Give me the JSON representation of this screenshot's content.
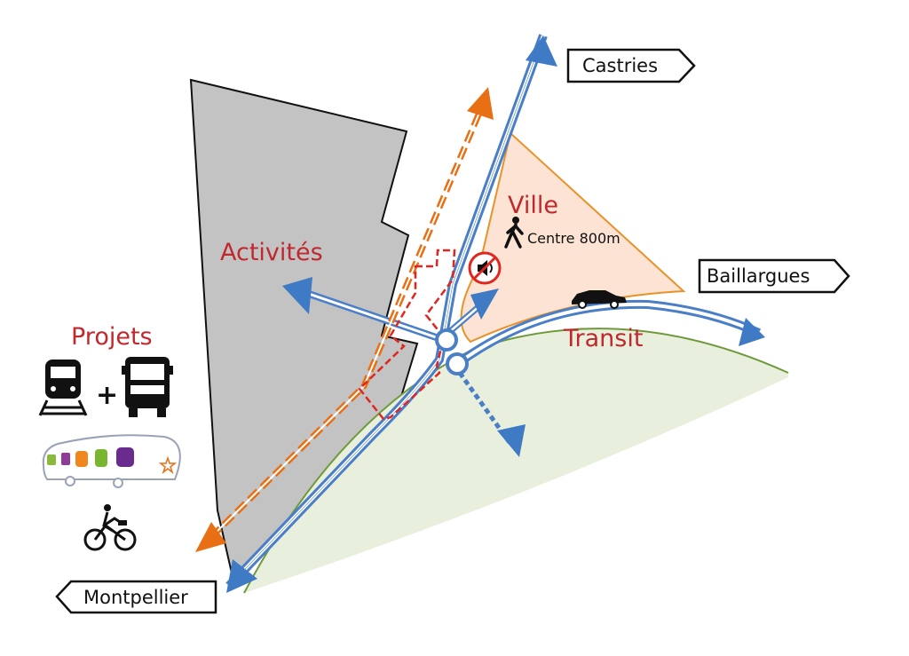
{
  "signs": {
    "castries": "Castries",
    "baillargues": "Baillargues",
    "montpellier": "Montpellier"
  },
  "zones": {
    "ville": "Ville",
    "centre": "Centre 800m",
    "activites": "Activités",
    "transit": "Transit",
    "projets": "Projets",
    "plus": "+"
  },
  "colors": {
    "activities_fill": "#c3c3c3",
    "ville_fill": "#fce3d3",
    "ville_edge": "#e8922a",
    "transit_fill": "#e9efdd",
    "transit_edge": "#6f9a3c",
    "road_blue": "#4a7fc8",
    "arrow_blue": "#3f7ac4",
    "arrow_orange": "#e86f14",
    "project_red": "#e0261e",
    "label_red": "#c0282d"
  },
  "icons": [
    "train-icon",
    "truck-icon",
    "tram-icon",
    "cyclist-icon",
    "pedestrian-icon",
    "no-noise-icon",
    "car-icon",
    "roundabout-icon"
  ]
}
